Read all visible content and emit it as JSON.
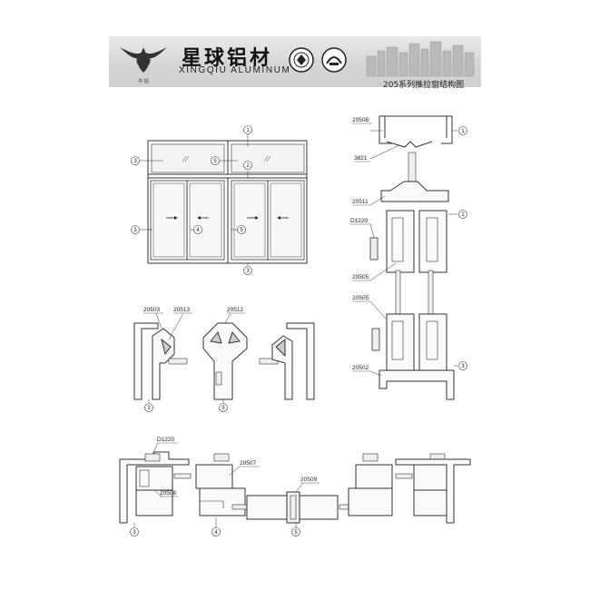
{
  "header": {
    "brand_cn": "星球铝材",
    "brand_en": "XINGQIU ALUMINUM",
    "logo_caption": "中 铝",
    "sheet_title": "205系列推拉窗结构图"
  },
  "markers": {
    "m1": "1",
    "m2": "2",
    "m3": "3",
    "m4": "4",
    "m5": "5"
  },
  "profiles": {
    "p20508": "20508",
    "p3821": "3821",
    "p20511": "20511",
    "pD1220": "D1220",
    "p20505": "20505",
    "p20502": "20502",
    "p20503": "20503",
    "p20513": "20513",
    "p20512": "20512",
    "p20507": "20507",
    "p20506": "20506",
    "p20509": "20509"
  },
  "colors": {
    "banner": "#d8d8d8",
    "line": "#333333",
    "glass": "#f4f4f4"
  }
}
